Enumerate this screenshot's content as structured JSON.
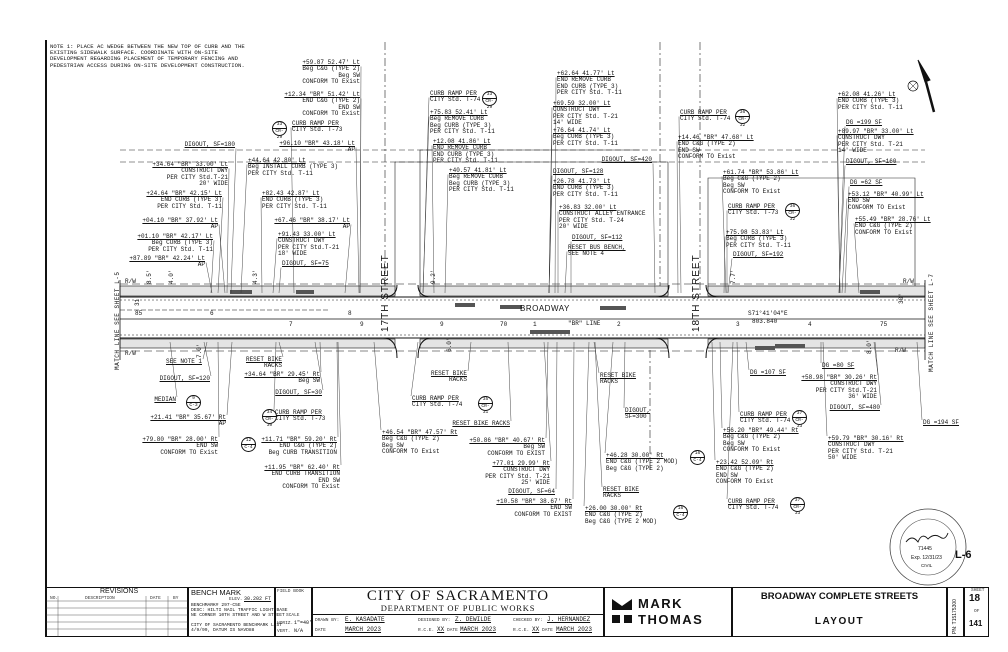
{
  "note": "NOTE 1: PLACE AC WEDGE BETWEEN THE NEW TOP OF CURB AND THE\nEXISTING SIDEWALK SURFACE. COORDINATE WITH ON-SITE\nDEVELOPMENT REGARDING PLACEMENT OF TEMPORARY FENCING AND\nPEDESTRIAN ACCESS DURING ON-SITE DEVELOPMENT CONSTRUCTION.",
  "streets": {
    "seventeenth": "17TH STREET",
    "eighteenth": "18TH STREET",
    "broadway": "BROADWAY",
    "br_line": "\"BR\" LINE"
  },
  "match_lines": {
    "left": "MATCH LINE SEE SHEET L-5",
    "right": "MATCH LINE SEE SHEET L-7"
  },
  "bearing": {
    "direction": "S71°41'04\"E",
    "distance": "803.840"
  },
  "stations": [
    "9",
    "70",
    "1",
    "2",
    "3",
    "4",
    "75",
    "8",
    "6",
    "7",
    "9",
    "85"
  ],
  "rw_label": "R/W",
  "dims": [
    "8.5'",
    "4.0'",
    "4.3'",
    "9.2'",
    "7.7'",
    "7.0'",
    "6.0'",
    "8.0'",
    "30'",
    "31'"
  ],
  "callouts": {
    "c1": [
      "+59.87 52.47' Lt",
      "Beg C&G (TYPE 2)",
      "Beg SW",
      "CONFORM TO Exist"
    ],
    "c2": [
      "+12.34 \"BR\" 51.42' Lt",
      "END C&G (TYPE 2)",
      "END SW",
      "CONFORM TO Exist"
    ],
    "c3": [
      "CURB RAMP PER",
      "CITY Std. T-73"
    ],
    "c4": [
      "DIGOUT, SF=180"
    ],
    "c5": [
      "+96.10 \"BR\" 43.18' Lt",
      "AP"
    ],
    "c6": [
      "+34.64 \"BR\" 33.00' Lt",
      "CONSTRUCT DWY",
      "PER CITY Std.T-21",
      "20' WIDE"
    ],
    "c7": [
      "+44.64 42.80' Lt",
      "Beg INSTALL CURB (TYPE 3)",
      "PER CITY Std. T-11"
    ],
    "c8": [
      "+24.64 \"BR\" 42.15' Lt",
      "END CURB (TYPE 3)",
      "PER CITY Std. T-11"
    ],
    "c9": [
      "+82.43 42.87' Lt",
      "END CURB (TYPE 3)",
      "PER CITY Std. T-11"
    ],
    "c10": [
      "+04.10 \"BR\" 37.92' Lt",
      "AP"
    ],
    "c11": [
      "+67.46 \"BR\" 38.17' Lt",
      "AP"
    ],
    "c12": [
      "+01.10 \"BR\" 42.17' Lt",
      "Beg CURB (TYPE 3)",
      "PER CITY Std. T-11"
    ],
    "c13": [
      "+91.43 33.00' Lt",
      "CONSTRUCT DWY",
      "PER CITY Std.T-21",
      "18' WIDE"
    ],
    "c14": [
      "DIGOUT, SF=75"
    ],
    "c15": [
      "+87.89 \"BR\" 42.24' Lt",
      "AP"
    ],
    "c16": [
      "CURB RAMP PER",
      "CITY Std. T-74"
    ],
    "c17": [
      "+75.83 52.41' Lt",
      "Beg REMOVE CURB",
      "Beg CURB (TYPE 3)",
      "PER CITY Std. T-11"
    ],
    "c18": [
      "+12.08 41.86' Lt",
      "END REMOVE CURB",
      "END CURB (TYPE 3)",
      "PER CITY Std. T-11"
    ],
    "c19": [
      "+40.57 41.81' Lt",
      "Beg REMOVE CURB",
      "Beg CURB (TYPE 3)",
      "PER CITY Std. T-11"
    ],
    "c20": [
      "+62.64 41.77' Lt",
      "END REMOVE CURB",
      "END CURB (TYPE 3)",
      "PER CITY Std. T-11"
    ],
    "c21": [
      "+69.59 32.00' Lt",
      "CONSTRUCT DWY",
      "PER CITY Std. T-21",
      "14' WIDE"
    ],
    "c22": [
      "+76.64 41.74' Lt",
      "Beg CURB (TYPE 3)",
      "PER CITY Std. T-11"
    ],
    "c23": [
      "DIGOUT, SF=420"
    ],
    "c24": [
      "DIGOUT, SF=128"
    ],
    "c25": [
      "+26.78 41.73' Lt",
      "END CURB (TYPE 3)",
      "PER CITY Std. T-11"
    ],
    "c26": [
      "+36.83 32.00' Lt",
      "CONSTRUCT ALLEY ENTRANCE",
      "PER CITY Std. T-24",
      "20' WIDE"
    ],
    "c27": [
      "DIGOUT, SF=112"
    ],
    "c28": [
      "RESET BUS BENCH,",
      "SEE NOTE 4"
    ],
    "c29": [
      "CURB RAMP PER",
      "CITY Std. T-74"
    ],
    "c30": [
      "+14.46 \"BR\" 47.68' Lt",
      "END C&G (TYPE 2)",
      "END SW",
      "CONFORM TO Exist"
    ],
    "c31": [
      "+62.08 41.26' Lt",
      "END CURB (TYPE 3)",
      "PER CITY Std. T-11"
    ],
    "c32": [
      "DG =199 SF"
    ],
    "c33": [
      "+89.97 \"BR\" 33.00' Lt",
      "CONSTRUCT DWY",
      "PER CITY Std. T-21",
      "14' WIDE"
    ],
    "c34": [
      "DIGOUT, SF=160"
    ],
    "c35": [
      "+61.74 \"BR\" 53.86' Lt",
      "Beg C&G (TYPE 2)",
      "Beg SW",
      "CONFORM TO Exist"
    ],
    "c36": [
      "DG =62 SF"
    ],
    "c37": [
      "CURB RAMP PER",
      "CITY Std. T-73"
    ],
    "c38": [
      "+53.12 \"BR\" 40.99' Lt",
      "END SW",
      "CONFORM TO Exist"
    ],
    "c39": [
      "+55.49 \"BR\" 28.76' Lt",
      "END C&G (TYPE 2)",
      "CONFORM TO Exist"
    ],
    "c40": [
      "+75.98 53.83' Lt",
      "Beg CURB (TYPE 3)",
      "PER CITY Std. T-11"
    ],
    "c41": [
      "DIGOUT, SF=192"
    ],
    "b1": [
      "SEE NOTE 1"
    ],
    "b2": [
      "DIGOUT, SF=120"
    ],
    "b3": [
      "MEDIAN"
    ],
    "b4": [
      "+21.41 \"BR\" 35.67' Rt",
      "AP"
    ],
    "b5": [
      "+79.80 \"BR\" 28.00' Rt",
      "END SW",
      "CONFORM TO Exist"
    ],
    "b6": [
      "RESET BIKE",
      "RACKS"
    ],
    "b7": [
      "+34.64 \"BR\" 29.45' Rt",
      "Beg SW"
    ],
    "b8": [
      "DIGOUT, SF=30"
    ],
    "b9": [
      "CURB RAMP PER",
      "CITY Std. T-73"
    ],
    "b10": [
      "+11.71 \"BR\" 59.20' Rt",
      "END C&G (TYPE 2)",
      "Beg CURB TRANSITION"
    ],
    "b11": [
      "+11.95 \"BR\" 62.40' Rt",
      "END CURB TRANSITION",
      "END SW",
      "CONFORM TO Exist"
    ],
    "b12": [
      "RESET BIKE",
      "RACKS"
    ],
    "b13": [
      "CURB RAMP PER",
      "CITY Std. T-74"
    ],
    "b14": [
      "RESET BIKE RACKS"
    ],
    "b15": [
      "+46.54 \"BR\" 47.57' Rt",
      "Beg C&G (TYPE 2)",
      "Beg SW",
      "CONFORM TO Exist"
    ],
    "b16": [
      "+50.86 \"BR\" 40.67' Rt",
      "Beg SW",
      "CONFORM TO EXIST"
    ],
    "b17": [
      "+77.01 29.99' Rt",
      "CONSTRUCT DWY",
      "PER CITY Std. T-21",
      "25' WIDE"
    ],
    "b18": [
      "DIGOUT, SF=64"
    ],
    "b19": [
      "+10.58 \"BR\" 38.67' Rt",
      "END SW",
      "CONFORM TO EXIST"
    ],
    "b20": [
      "RESET BIKE",
      "RACKS"
    ],
    "b21": [
      "DIGOUT,",
      "SF=300"
    ],
    "b22": [
      "+46.28 30.00' Rt",
      "END C&G (TYPE 2 MOD)",
      "Beg C&G (TYPE 2)"
    ],
    "b23": [
      "RESET BIKE",
      "RACKS"
    ],
    "b24": [
      "+26.00 30.00' Rt",
      "END C&G (TYPE 2)",
      "Beg C&G (TYPE 2 MOD)"
    ],
    "b25": [
      "CURB RAMP PER",
      "CITY Std. T-74"
    ],
    "b26": [
      "+56.20 \"BR\" 49.44' Rt",
      "Beg C&G (TYPE 2)",
      "Beg SW",
      "CONFORM TO Exist"
    ],
    "b27": [
      "+23.42 52.09' Rt",
      "END C&G (TYPE 2)",
      "END SW",
      "CONFORM TO Exist"
    ],
    "b28": [
      "CURB RAMP PER",
      "CITY Std. T-74"
    ],
    "b29": [
      "DG =107 SF"
    ],
    "b30": [
      "DG =80 SF"
    ],
    "b31": [
      "+58.98 \"BR\" 30.26' Rt",
      "CONSTRUCT DWY",
      "PER CITY Std.T-21",
      "36' WIDE"
    ],
    "b32": [
      "DIGOUT, SF=480"
    ],
    "b33": [
      "+59.79 \"BR\" 30.16' Rt",
      "CONSTRUCT DWY",
      "PER CITY Std. T-21",
      "50' WIDE"
    ],
    "b34": [
      "DG =194 SF"
    ]
  },
  "details": [
    {
      "num": "33",
      "ref": "CR-29"
    },
    {
      "num": "33",
      "ref": "CR-29"
    },
    {
      "num": "36",
      "ref": "CR-32"
    },
    {
      "num": "36",
      "ref": "CR-32"
    },
    {
      "num": "9",
      "ref": "C-3"
    },
    {
      "num": "34",
      "ref": "CR-30"
    },
    {
      "num": "12",
      "ref": "C-4"
    },
    {
      "num": "35",
      "ref": "CR-31"
    },
    {
      "num": "16",
      "ref": "C-4"
    },
    {
      "num": "16",
      "ref": "C-4"
    },
    {
      "num": "37",
      "ref": "CR-33"
    },
    {
      "num": "37",
      "ref": "CR-33"
    }
  ],
  "seal": {
    "text": "REGISTERED PROFESSIONAL ENGINEER · JAMES MARSHALL PANKIN · STATE OF CALIFORNIA",
    "license": "71445",
    "exp": "Exp. 12/31/23",
    "type": "CIVIL"
  },
  "sheet_code": "L-6",
  "title_block": {
    "revisions": {
      "title": "REVISIONS",
      "no": "NO.",
      "description": "DESCRIPTION",
      "date": "DATE",
      "by": "BY"
    },
    "bench_mark": {
      "title": "BENCH MARK",
      "elev_label": "ELEV.",
      "elev": "30.202 FT",
      "lines": [
        "BENCHMARK# 297-C5E",
        "DESC: HILTI NAIL TRAFFIC LIGHT BASE",
        "NE CORNER 10TH STREET AND W STREET",
        "",
        "CITY OF SACRAMENTO BENCHMARK LIST",
        "4/9/99, DATUM IS NAVD88"
      ]
    },
    "field_book": "FIELD BOOK",
    "scale": {
      "label": "SCALE",
      "horiz_label": "HORIZ.",
      "horiz": "1\"=40'",
      "vert_label": "VERT.",
      "vert": "N/A"
    },
    "city": {
      "title": "CITY OF SACRAMENTO",
      "subtitle": "DEPARTMENT OF PUBLIC WORKS"
    },
    "drawn": {
      "label": "DRAWN BY:",
      "name": "E. KASADATE",
      "date_label": "DATE",
      "date": "MARCH 2023"
    },
    "designed": {
      "label": "DESIGNED BY:",
      "name": "Z. DEWILDE",
      "rce_label": "R.C.E.",
      "rce": "XX",
      "date_label": "DATE",
      "date": "MARCH 2023"
    },
    "checked": {
      "label": "CHECKED BY:",
      "name": "J. HERNANDEZ",
      "rce_label": "R.C.E.",
      "rce": "XX",
      "date_label": "DATE",
      "date": "MARCH 2023"
    },
    "firm": {
      "line1": "MARK",
      "line2": "THOMAS"
    },
    "project": "BROADWAY COMPLETE STREETS",
    "sheet_title": "LAYOUT",
    "pn": "PN: T15175300",
    "sheet": {
      "label": "SHEET",
      "number": "18",
      "of_label": "OF",
      "total": "141"
    }
  }
}
